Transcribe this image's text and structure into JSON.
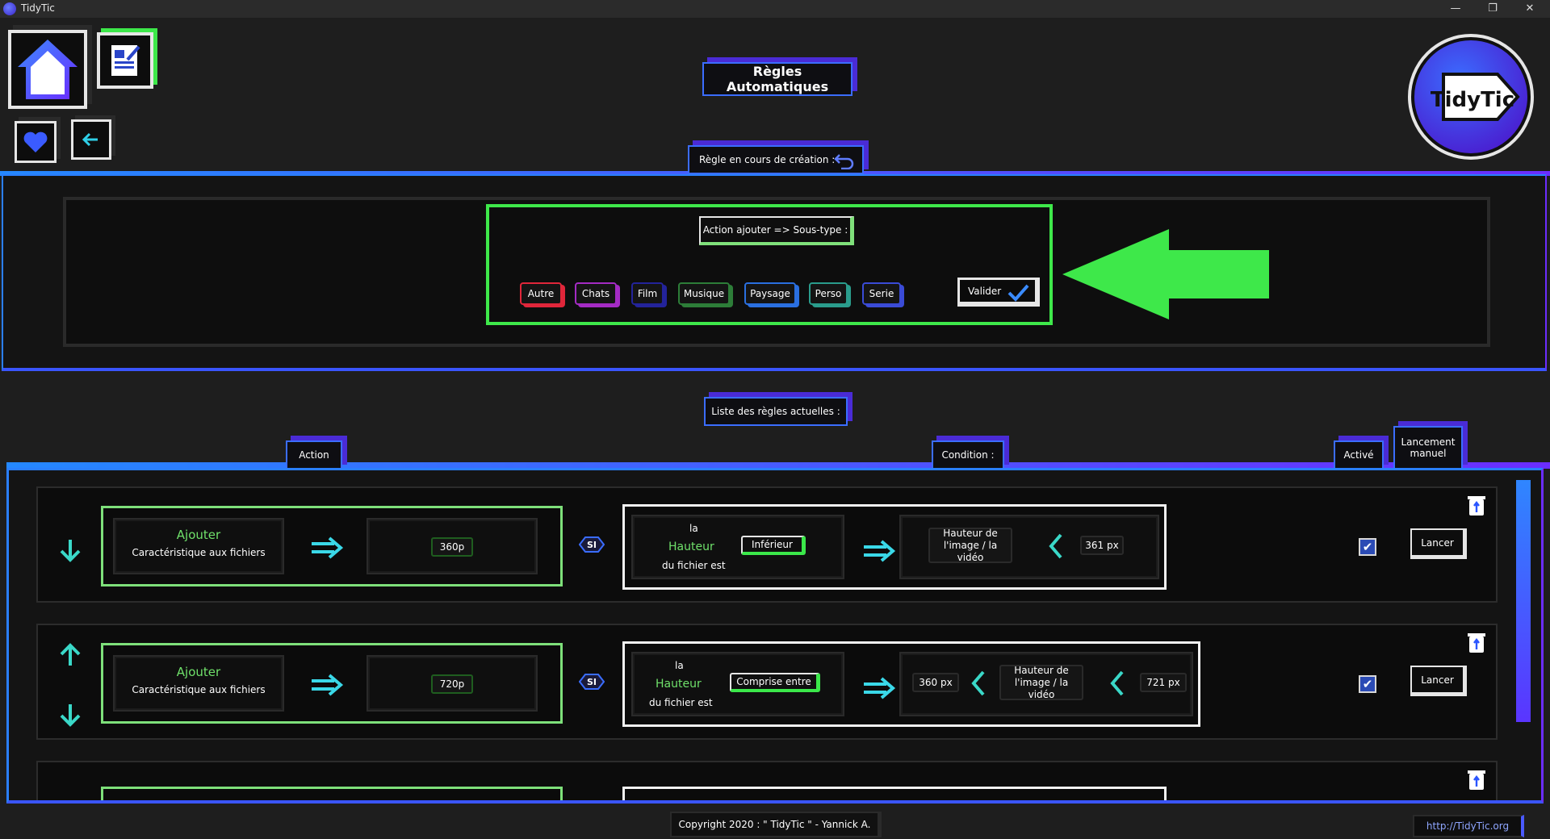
{
  "window": {
    "title": "TidyTic",
    "minimize": "—",
    "maximize": "❐",
    "close": "✕"
  },
  "header": {
    "title": "Règles Automatiques",
    "logo_text": "TidyTic"
  },
  "creation": {
    "section_label": "Règle en cours de création :",
    "subtype_label": "Action ajouter => Sous-type :",
    "subtypes": [
      {
        "label": "Autre",
        "color": "#e0263a"
      },
      {
        "label": "Chats",
        "color": "#a42bc4"
      },
      {
        "label": "Film",
        "color": "#23239a"
      },
      {
        "label": "Musique",
        "color": "#2d7d38"
      },
      {
        "label": "Paysage",
        "color": "#2a6fe0"
      },
      {
        "label": "Perso",
        "color": "#2a9c8c"
      },
      {
        "label": "Serie",
        "color": "#3a4bd6"
      }
    ],
    "validate_label": "Valider",
    "arrow_color": "#3ee84a",
    "highlight_color": "#3ee84a"
  },
  "list": {
    "section_label": "Liste des règles actuelles :",
    "col_action": "Action",
    "col_condition": "Condition :",
    "col_active": "Activé",
    "col_launch": "Lancement manuel"
  },
  "rules": [
    {
      "action": "Ajouter",
      "action_sub": "Caractéristique aux fichiers",
      "value": "360p",
      "si": "SI",
      "cond_la": "la",
      "cond_field": "Hauteur",
      "cond_of": "du fichier est",
      "operator": "Inférieur",
      "target": "Hauteur de l'image / la vidéo",
      "bound_low": "",
      "bound_high": "361 px",
      "launch": "Lancer",
      "active": true
    },
    {
      "action": "Ajouter",
      "action_sub": "Caractéristique aux fichiers",
      "value": "720p",
      "si": "SI",
      "cond_la": "la",
      "cond_field": "Hauteur",
      "cond_of": "du fichier est",
      "operator": "Comprise entre",
      "target": "Hauteur de l'image / la vidéo",
      "bound_low": "360 px",
      "bound_high": "721 px",
      "launch": "Lancer",
      "active": true
    }
  ],
  "footer": {
    "copyright": "Copyright 2020 : \" TidyTic \" - Yannick A.",
    "link": "http://TidyTic.org"
  }
}
